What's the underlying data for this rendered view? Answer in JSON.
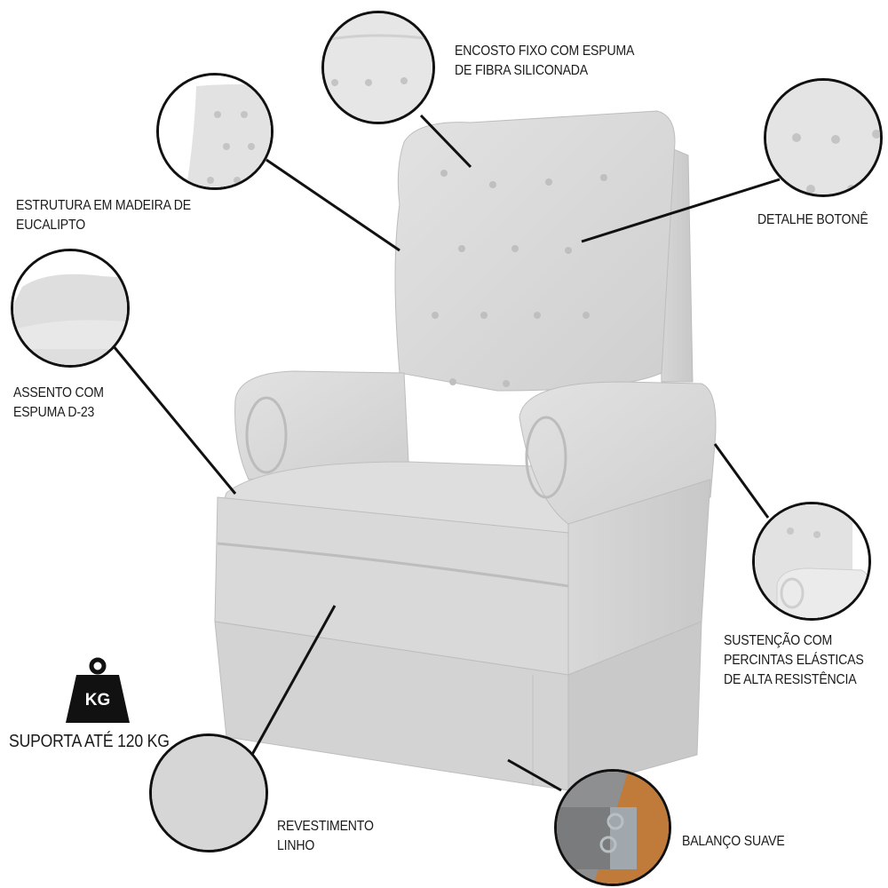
{
  "features": [
    {
      "id": "encosto",
      "lines": [
        "ENCOSTO FIXO COM ESPUMA",
        "DE FIBRA SILICONADA"
      ]
    },
    {
      "id": "estrutura",
      "lines": [
        "ESTRUTURA EM MADEIRA DE",
        "EUCALIPTO"
      ]
    },
    {
      "id": "botone",
      "lines": [
        "DETALHE BOTONÊ"
      ]
    },
    {
      "id": "assento",
      "lines": [
        "ASSENTO COM",
        "ESPUMA D-23"
      ]
    },
    {
      "id": "sustencao",
      "lines": [
        "SUSTENÇÃO COM",
        "PERCINTAS ELÁSTICAS",
        "DE ALTA RESISTÊNCIA"
      ]
    },
    {
      "id": "revestimento",
      "lines": [
        "REVESTIMENTO",
        "LINHO"
      ]
    },
    {
      "id": "balanco",
      "lines": [
        "BALANÇO SUAVE"
      ]
    }
  ],
  "weight": {
    "icon_text": "KG",
    "label": "SUPORTA ATÉ 120 KG"
  },
  "colors": {
    "fabric": "#dcdcdc",
    "fabric_dark": "#c4c4c4",
    "outline": "#111111",
    "wood": "#c07a3a",
    "metal": "#9aa3a8"
  }
}
